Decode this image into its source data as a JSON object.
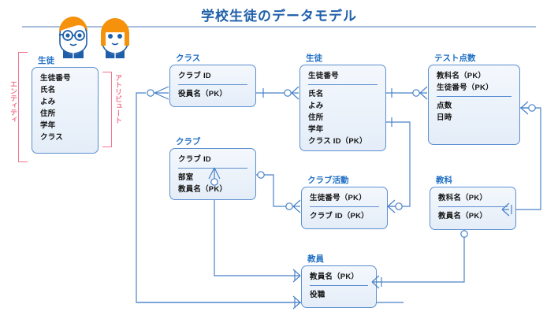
{
  "header": {
    "title": "学校生徒のデータモデル",
    "rule_color": "#a8c0dd",
    "title_color": "#1f5fa9"
  },
  "annotations": {
    "entity_label": "エンティティ",
    "attribute_label": "アトリビュート",
    "annotation_color": "#f2758f"
  },
  "palette": {
    "entity_border": "#5b8fd0",
    "entity_fill_top": "#f4f8fd",
    "entity_fill_bottom": "#e4edf8",
    "entity_title": "#1f6fc4",
    "connector": "#4a82c8",
    "mascot_hair": "#f5910a",
    "mascot_body": "#1f5fa9"
  },
  "entities": [
    {
      "id": "seito-legend",
      "name": "生徒",
      "key_attrs": [],
      "attrs": [
        "生徒番号",
        "氏名",
        "よみ",
        "住所",
        "学年",
        "クラス"
      ],
      "has_divider": false
    },
    {
      "id": "kurasu",
      "name": "クラス",
      "key_attrs": [
        "クラブ ID"
      ],
      "attrs": [
        "役員名（PK）"
      ],
      "has_divider": true
    },
    {
      "id": "kurabu",
      "name": "クラブ",
      "key_attrs": [
        "クラブ ID"
      ],
      "attrs": [
        "部室",
        "教員名（PK）"
      ],
      "has_divider": true
    },
    {
      "id": "seito",
      "name": "生徒",
      "key_attrs": [
        "生徒番号"
      ],
      "attrs": [
        "氏名",
        "よみ",
        "住所",
        "学年",
        "クラス ID（PK）"
      ],
      "has_divider": true
    },
    {
      "id": "tesuto",
      "name": "テスト点数",
      "key_attrs": [
        "教科名（PK）",
        "生徒番号（PK）"
      ],
      "attrs": [
        "点数",
        "日時"
      ],
      "has_divider": true
    },
    {
      "id": "kurabu-katsudou",
      "name": "クラブ活動",
      "key_attrs": [
        "生徒番号（PK）"
      ],
      "attrs": [
        "クラブ ID（PK）"
      ],
      "has_divider": true
    },
    {
      "id": "kyouka",
      "name": "教科",
      "key_attrs": [
        "教科名（PK）"
      ],
      "attrs": [
        "教員名（PK）"
      ],
      "has_divider": true
    },
    {
      "id": "kyouin",
      "name": "教員",
      "key_attrs": [
        "教員名（PK）"
      ],
      "attrs": [
        "役職"
      ],
      "has_divider": true
    }
  ],
  "relationship_notation": {
    "zero_or_many": "circle-crowsfoot",
    "one_and_only_one": "single-bar"
  }
}
